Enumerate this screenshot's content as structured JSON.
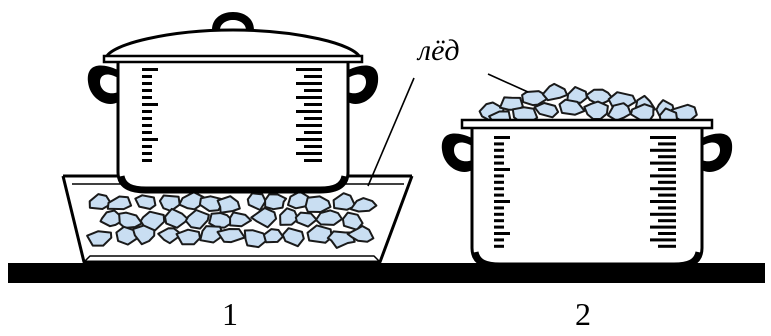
{
  "labels": {
    "ice": "лёд",
    "setup_1": "1",
    "setup_2": "2"
  },
  "colors": {
    "ink": "#000000",
    "ice_fill": "#c9def2",
    "ice_stroke": "#1a1a1a",
    "pot_fill": "#ffffff",
    "table": "#000000"
  },
  "icons": [
    "pot-with-lid",
    "pot-with-ice",
    "basin-with-ice"
  ]
}
